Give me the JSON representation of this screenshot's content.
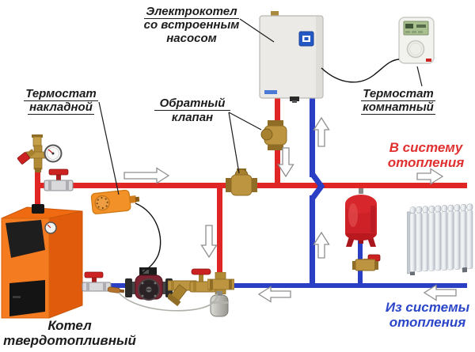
{
  "diagram": {
    "labels": {
      "electric_boiler": {
        "line1": "Электрокотел",
        "line2": "со встроенным",
        "line3": "насосом"
      },
      "surface_thermostat": {
        "line1": "Термостат",
        "line2": "накладной"
      },
      "check_valve": {
        "line1": "Обратный",
        "line2": "клапан"
      },
      "room_thermostat": {
        "line1": "Термостат",
        "line2": "комнатный"
      },
      "to_heating_system": {
        "line1": "В систему",
        "line2": "отопления"
      },
      "from_heating_system": {
        "line1": "Из системы",
        "line2": "отопления"
      },
      "solid_fuel_boiler": {
        "line1": "Котел",
        "line2": "твердотопливный"
      }
    },
    "colors": {
      "supply_pipe": "#e02525",
      "return_pipe": "#2b3fc4",
      "supply_text": "#e03030",
      "return_text": "#2b46c8",
      "label_text": "#1c1c1c",
      "boiler_orange": "#f57b20",
      "expansion_tank_red": "#ce2027",
      "brass": "#bd9440",
      "pump_body": "#7c2431",
      "background": "#ffffff"
    },
    "components": [
      "solid-fuel-boiler",
      "safety-group",
      "pressure-gauge",
      "supply-ball-valve",
      "surface-thermostat-sensor",
      "check-valve-vertical",
      "check-valve-horizontal",
      "electric-boiler",
      "room-thermostat",
      "expansion-tank",
      "expansion-tank-valve",
      "radiator",
      "return-ball-valve",
      "temperature-probe",
      "circulation-pump",
      "y-strainer",
      "red-handle-valve",
      "brass-tee",
      "drain-canister",
      "flow-arrows"
    ]
  }
}
